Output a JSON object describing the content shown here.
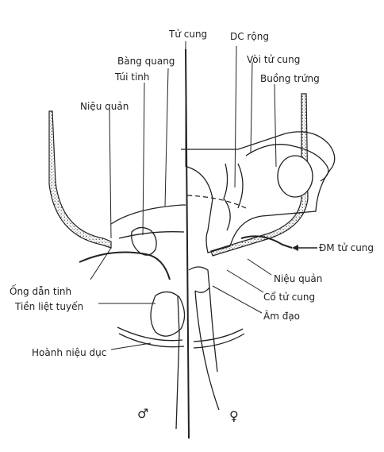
{
  "labels": {
    "tu_cung": "Tử cung",
    "dc_rong": "DC rộng",
    "voi_tu_cung": "Vòi tử cung",
    "buong_trung": "Buồng trứng",
    "bang_quang": "Bàng quang",
    "tui_tinh": "Túi tinh",
    "nieu_quan_left": "Niệu quản",
    "dm_tu_cung": "ĐM tử cung",
    "nieu_quan_right": "Niệu quản",
    "co_tu_cung": "Cổ tử cung",
    "am_dao": "Âm đạo",
    "ong_dan_tinh": "Ống dẫn tinh",
    "tien_liet_tuyen": "Tiền liệt tuyến",
    "hoanh_nieu_duc": "Hoành niệu dục",
    "male_symbol": "♂",
    "female_symbol": "♀"
  }
}
